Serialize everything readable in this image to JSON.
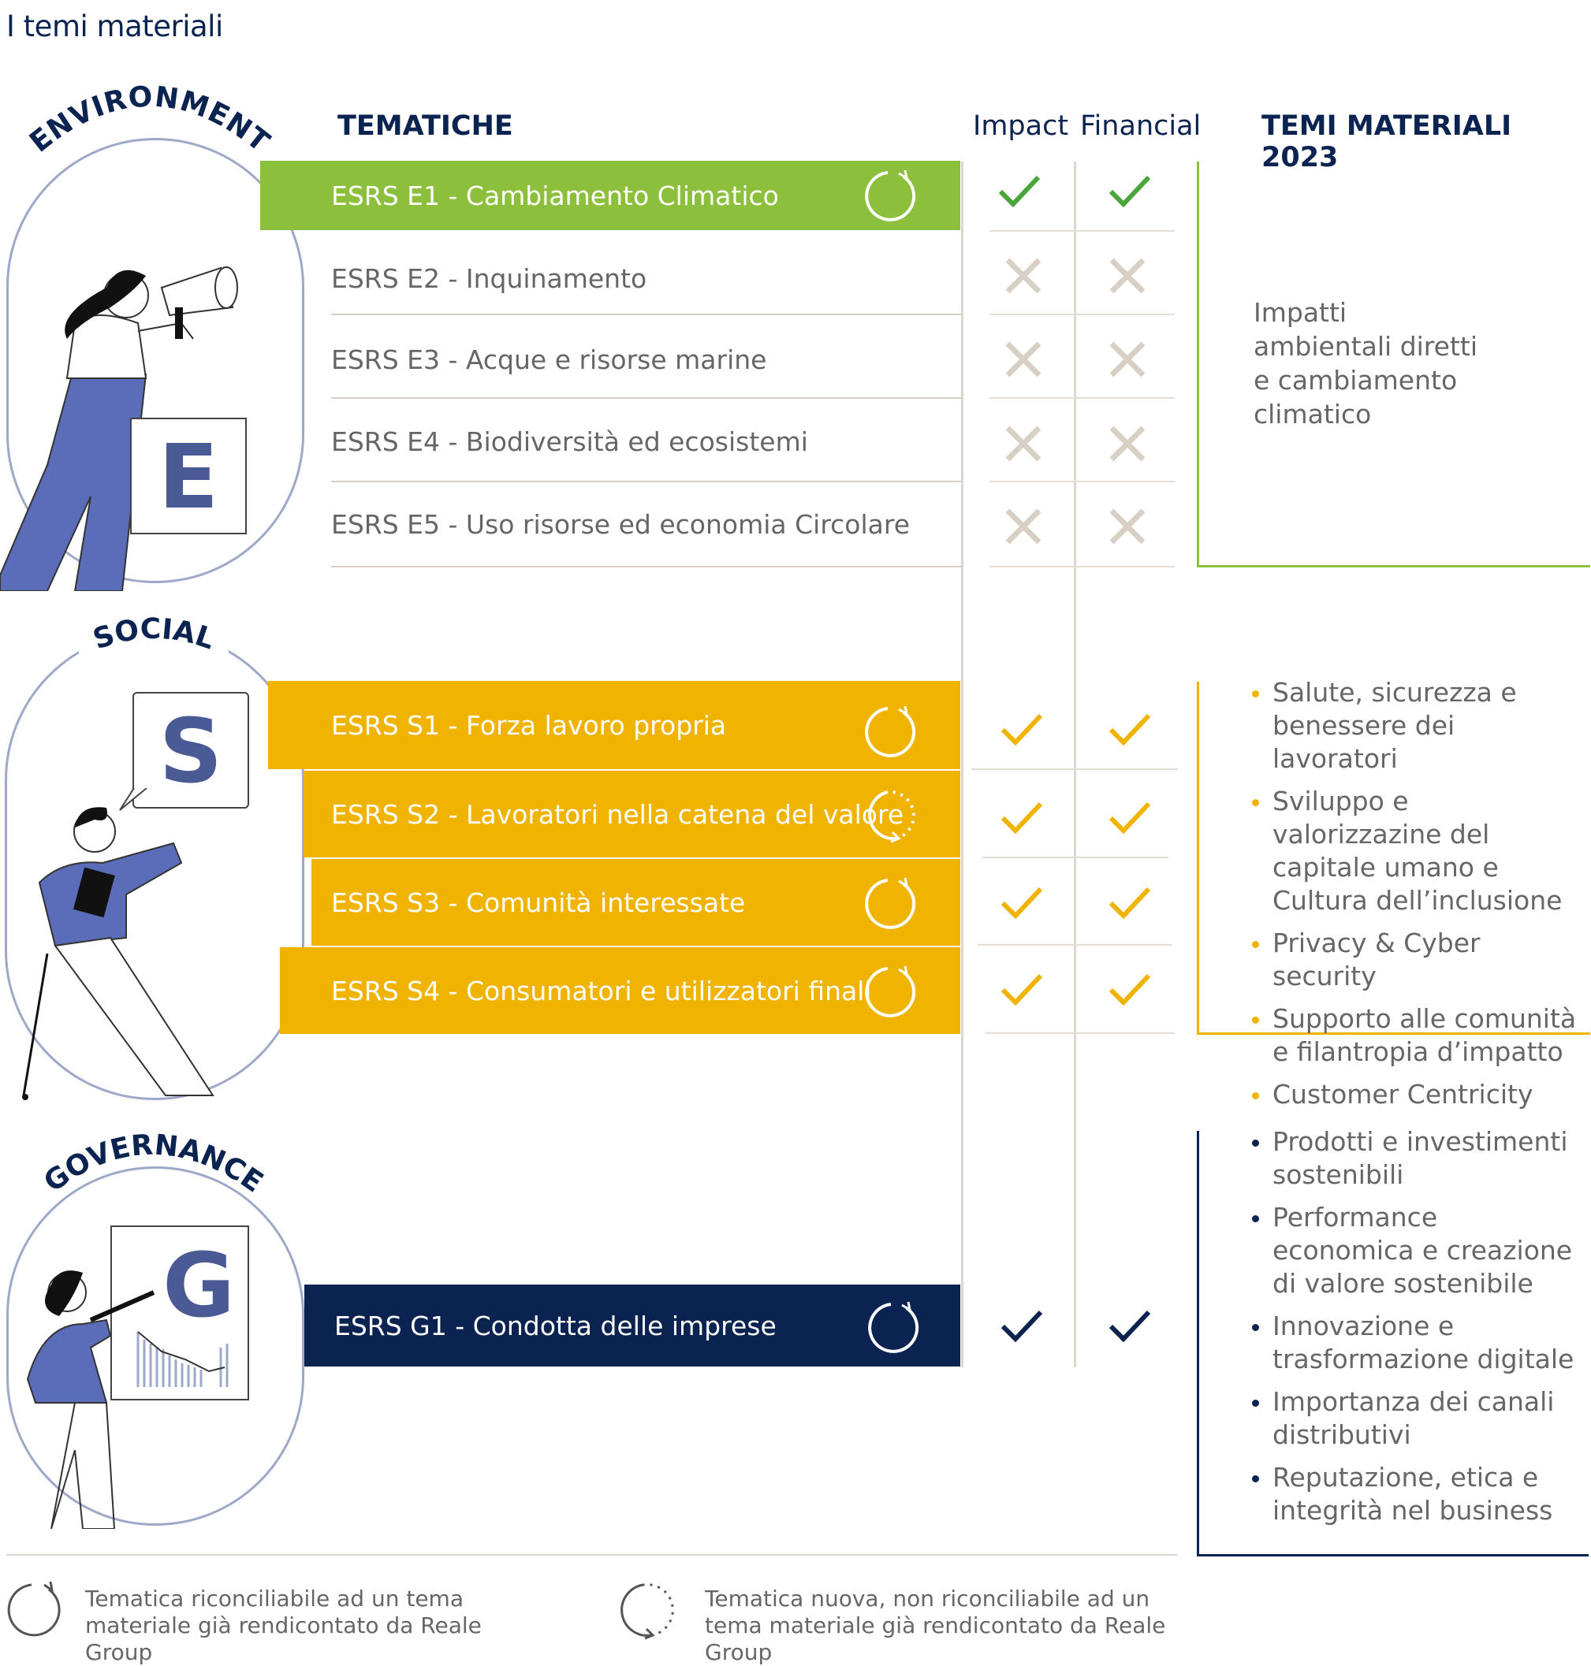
{
  "page_title": "I temi materiali",
  "headers": {
    "tematiche": "TEMATICHE",
    "impact": "Impact",
    "financial": "Financial",
    "temi": "TEMI MATERIALI 2023"
  },
  "sections": {
    "environment": {
      "label": "ENVIRONMENT",
      "letter": "E",
      "color": "#8cc03c",
      "rows": [
        {
          "label": "ESRS E1 - Cambiamento Climatico",
          "impact": "check",
          "financial": "check",
          "icon": "reconcilable"
        },
        {
          "label": "ESRS E2 - Inquinamento",
          "impact": "cross",
          "financial": "cross"
        },
        {
          "label": "ESRS E3 - Acque e risorse marine",
          "impact": "cross",
          "financial": "cross"
        },
        {
          "label": "ESRS E4 - Biodiversità ed ecosistemi",
          "impact": "cross",
          "financial": "cross"
        },
        {
          "label": "ESRS E5 - Uso risorse ed economia Circolare",
          "impact": "cross",
          "financial": "cross"
        }
      ],
      "theme_lines": [
        "Impatti",
        "ambientali diretti",
        "e cambiamento",
        "climatico"
      ]
    },
    "social": {
      "label": "SOCIAL",
      "letter": "S",
      "color": "#f0b400",
      "rows": [
        {
          "label": "ESRS S1 - Forza lavoro propria",
          "impact": "check",
          "financial": "check",
          "icon": "reconcilable"
        },
        {
          "label": "ESRS S2 - Lavoratori nella catena del valore",
          "impact": "check",
          "financial": "check",
          "icon": "new"
        },
        {
          "label": "ESRS S3 - Comunità interessate",
          "impact": "check",
          "financial": "check",
          "icon": "reconcilable"
        },
        {
          "label": "ESRS S4 - Consumatori e utilizzatori finali",
          "impact": "check",
          "financial": "check",
          "icon": "reconcilable"
        }
      ],
      "themes": [
        "Salute, sicurezza e benessere dei lavoratori",
        "Sviluppo e valorizzazine del capitale umano e Cultura dell’inclusione",
        "Privacy & Cyber security",
        "Supporto alle comunità e filantropia d’impatto",
        "Customer Centricity"
      ]
    },
    "governance": {
      "label": "GOVERNANCE",
      "letter": "G",
      "color": "#0b2350",
      "rows": [
        {
          "label": "ESRS G1 - Condotta delle imprese",
          "impact": "check",
          "financial": "check",
          "icon": "reconcilable"
        }
      ],
      "themes": [
        "Prodotti e investimenti sostenibili",
        "Performance economica e creazione di valore sostenibile",
        "Innovazione e trasformazione digitale",
        "Importanza dei canali distributivi",
        "Reputazione, etica e integrità nel business"
      ]
    }
  },
  "legend": {
    "reconcilable": "Tematica riconciliabile ad un tema materiale già rendicontato da Reale Group",
    "new": "Tematica nuova, non riconciliabile ad un tema materiale già rendicontato da Reale Group"
  },
  "colors": {
    "navy": "#0b2350",
    "green": "#8cc03c",
    "yellow": "#f0b400",
    "cross": "#d8d0c4",
    "illustration_blue": "#5b6cb8"
  }
}
